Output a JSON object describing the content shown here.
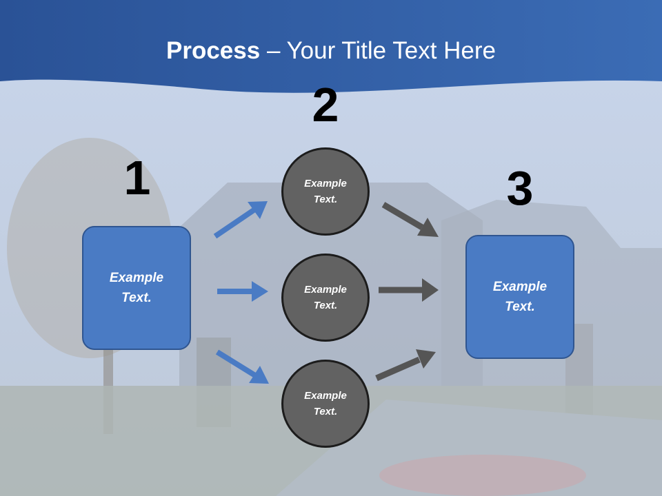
{
  "title": {
    "bold": "Process",
    "rest": " – Your Title Text Here"
  },
  "steps": {
    "one": "1",
    "two": "2",
    "three": "3"
  },
  "nodes": {
    "left": "Example\nText.",
    "right": "Example\nText.",
    "circle_top": "Example\nText.",
    "circle_mid": "Example\nText.",
    "circle_bot": "Example\nText."
  },
  "colors": {
    "header": "#2f5a9e",
    "box": "#4a7bc4",
    "circle": "#626262",
    "blue_arrow": "#4a7bc4",
    "gray_arrow": "#555555"
  }
}
